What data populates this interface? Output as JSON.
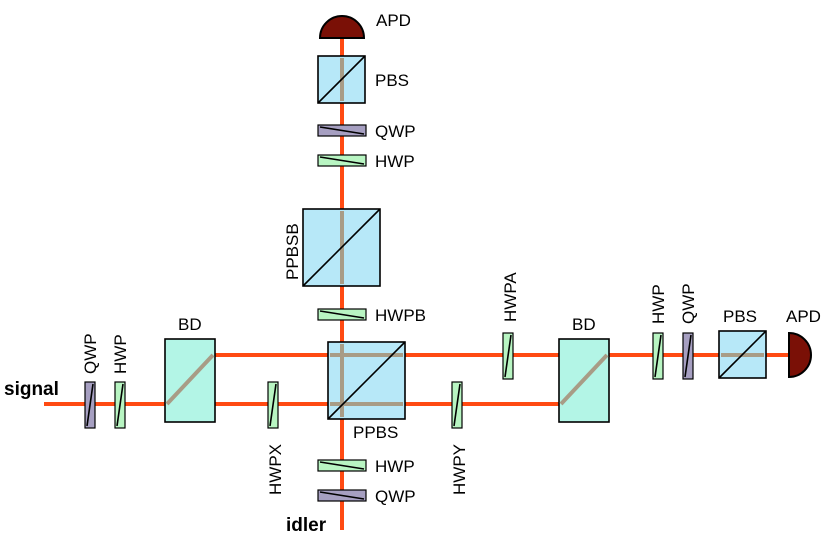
{
  "colors": {
    "beam": "#ff4a12",
    "inner_beam": "#a89c86",
    "cube": "#b7e8f8",
    "beam_displacer": "#b3f5e6",
    "hwp": "#b8f5c2",
    "qwp": "#a69fc1",
    "detector": "#7a1006"
  },
  "labels": {
    "signal": "signal",
    "idler": "idler",
    "apd_top": "APD",
    "pbs_top": "PBS",
    "qwp_top": "QWP",
    "hwp_top": "HWP",
    "ppbsb": "PPBSB",
    "hwpb": "HWPB",
    "qwp_signal": "QWP",
    "hwp_signal": "HWP",
    "bd_left": "BD",
    "hwpx": "HWPX",
    "ppbs": "PPBS",
    "hwp_idler": "HWP",
    "qwp_idler": "QWP",
    "hwpy": "HWPY",
    "hwpa": "HWPA",
    "bd_right": "BD",
    "hwp_right": "HWP",
    "qwp_right": "QWP",
    "pbs_right": "PBS",
    "apd_right": "APD"
  }
}
